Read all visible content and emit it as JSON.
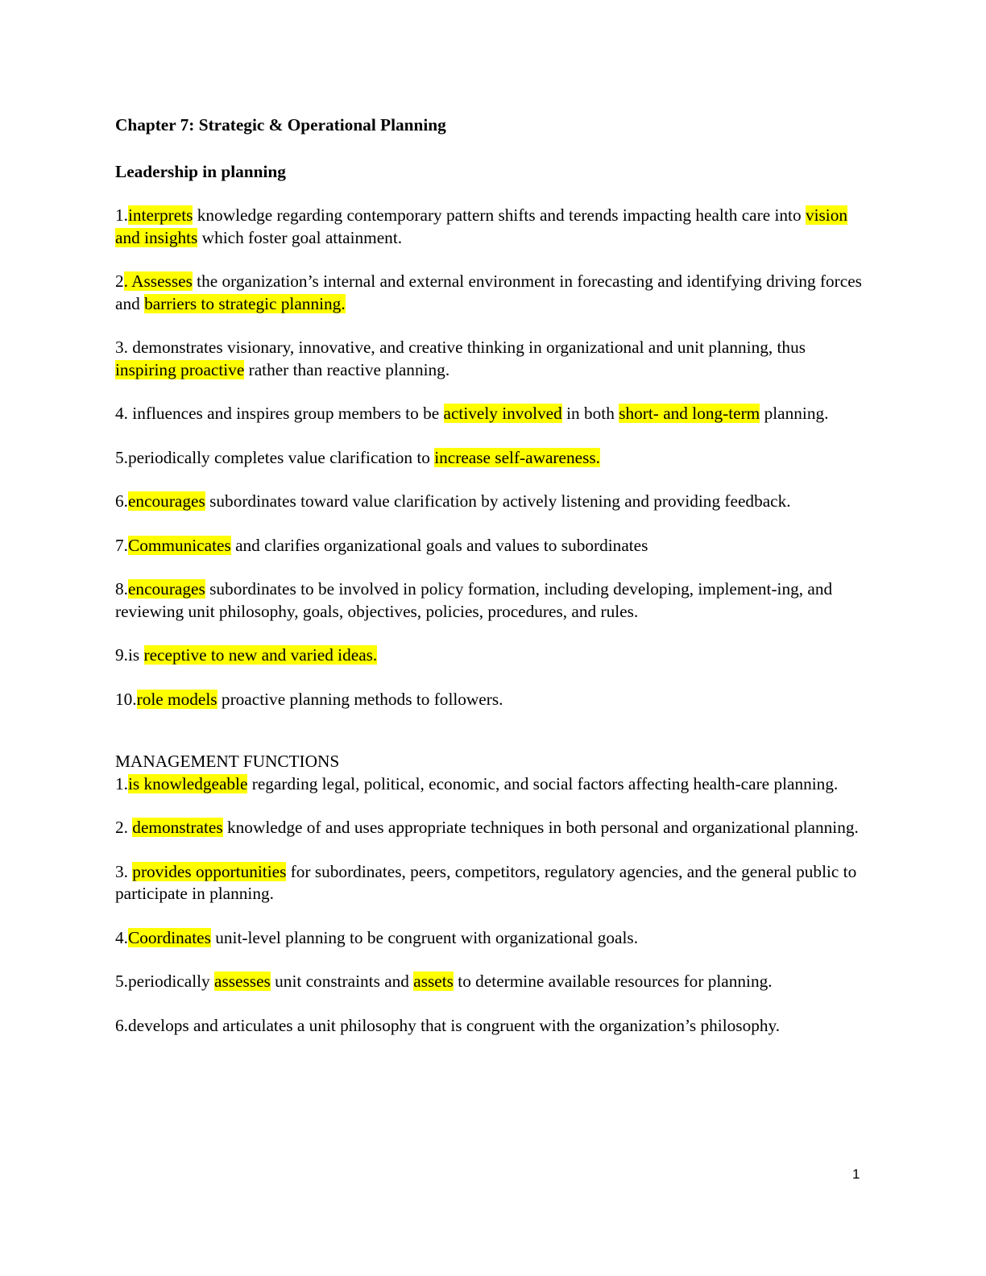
{
  "title": "Chapter 7: Strategic & Operational Planning",
  "section_leadership": "Leadership in planning",
  "leadership_items": [
    [
      {
        "t": "1."
      },
      {
        "t": "interprets",
        "h": true
      },
      {
        "t": " knowledge regarding contemporary pattern shifts and terends impacting health care into "
      },
      {
        "t": "vision and insights",
        "h": true
      },
      {
        "t": " which foster goal attainment."
      }
    ],
    [
      {
        "t": "2"
      },
      {
        "t": ". Assesses",
        "h": true
      },
      {
        "t": " the organization’s internal and external environment in forecasting and identifying driving forces and "
      },
      {
        "t": "barriers to strategic planning.",
        "h": true
      }
    ],
    [
      {
        "t": "3. demonstrates visionary, innovative, and creative thinking in organizational and unit planning, thus "
      },
      {
        "t": "inspiring proactive",
        "h": true
      },
      {
        "t": " rather than reactive planning."
      }
    ],
    [
      {
        "t": "4. influences and inspires group members to be "
      },
      {
        "t": "actively involved",
        "h": true
      },
      {
        "t": " in both "
      },
      {
        "t": "short- and long-term",
        "h": true
      },
      {
        "t": " planning."
      }
    ],
    [
      {
        "t": "5.periodically completes value clarification to "
      },
      {
        "t": "increase self-awareness.",
        "h": true
      }
    ],
    [
      {
        "t": "6."
      },
      {
        "t": "encourages",
        "h": true
      },
      {
        "t": " subordinates toward value clarification by actively listening and providing feedback."
      }
    ],
    [
      {
        "t": " 7."
      },
      {
        "t": "Communicates",
        "h": true
      },
      {
        "t": " and clarifies organizational goals and values to subordinates"
      }
    ],
    [
      {
        "t": " 8."
      },
      {
        "t": "encourages",
        "h": true
      },
      {
        "t": " subordinates to be involved in policy formation, including developing, implement-ing, and reviewing unit philosophy, goals, objectives, policies, procedures, and rules."
      }
    ],
    [
      {
        "t": " 9.is "
      },
      {
        "t": "receptive to new and varied ideas.",
        "h": true
      }
    ],
    [
      {
        "t": "10."
      },
      {
        "t": "role models",
        "h": true
      },
      {
        "t": " proactive planning methods to followers."
      }
    ]
  ],
  "section_management": "MANAGEMENT FUNCTIONS",
  "management_items": [
    [
      {
        "t": "1."
      },
      {
        "t": "is knowledgeable",
        "h": true
      },
      {
        "t": " regarding legal, political, economic, and social factors affecting health-care planning."
      }
    ],
    [
      {
        "t": " 2. "
      },
      {
        "t": "demonstrates",
        "h": true
      },
      {
        "t": " knowledge of and uses appropriate techniques in both personal and organizational planning."
      }
    ],
    [
      {
        "t": "3. "
      },
      {
        "t": "provides opportunities",
        "h": true
      },
      {
        "t": " for subordinates, peers, competitors, regulatory agencies, and the general public to participate in planning."
      }
    ],
    [
      {
        "t": "4."
      },
      {
        "t": "Coordinates",
        "h": true
      },
      {
        "t": " unit-level planning to be congruent with organizational goals."
      }
    ],
    [
      {
        "t": "5.periodically "
      },
      {
        "t": "assesses",
        "h": true
      },
      {
        "t": " unit constraints and "
      },
      {
        "t": "assets",
        "h": true
      },
      {
        "t": " to determine available resources for planning."
      }
    ],
    [
      {
        "t": "6.develops and articulates a unit philosophy that is congruent with the organization’s philosophy."
      }
    ]
  ],
  "page_number": "1",
  "colors": {
    "highlight": "#ffff00",
    "text": "#000000",
    "background": "#ffffff"
  }
}
